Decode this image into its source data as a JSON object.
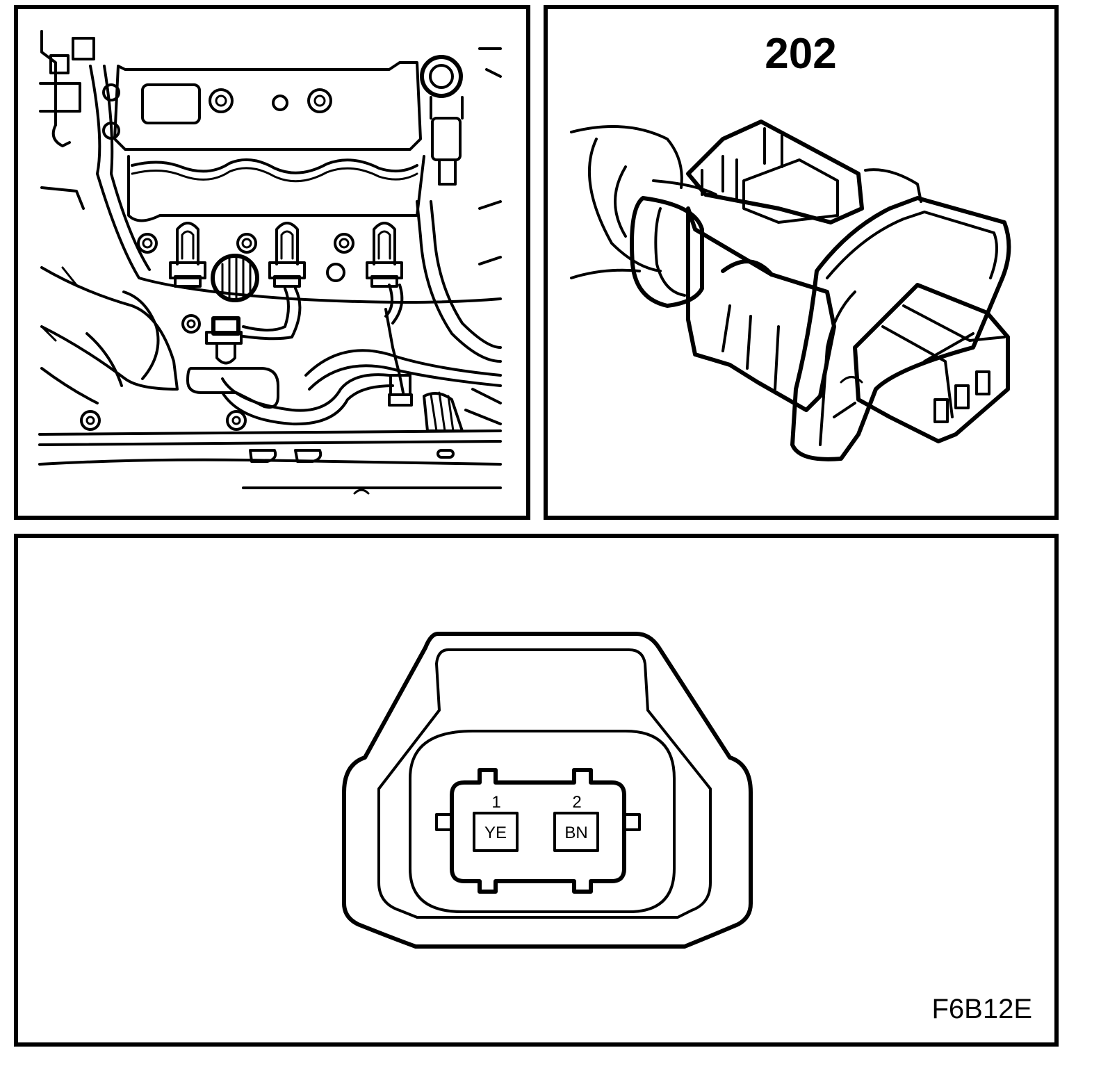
{
  "connector_id": "202",
  "pins": [
    {
      "number": "1",
      "color_code": "YE"
    },
    {
      "number": "2",
      "color_code": "BN"
    }
  ],
  "figure_code": "F6B12E"
}
